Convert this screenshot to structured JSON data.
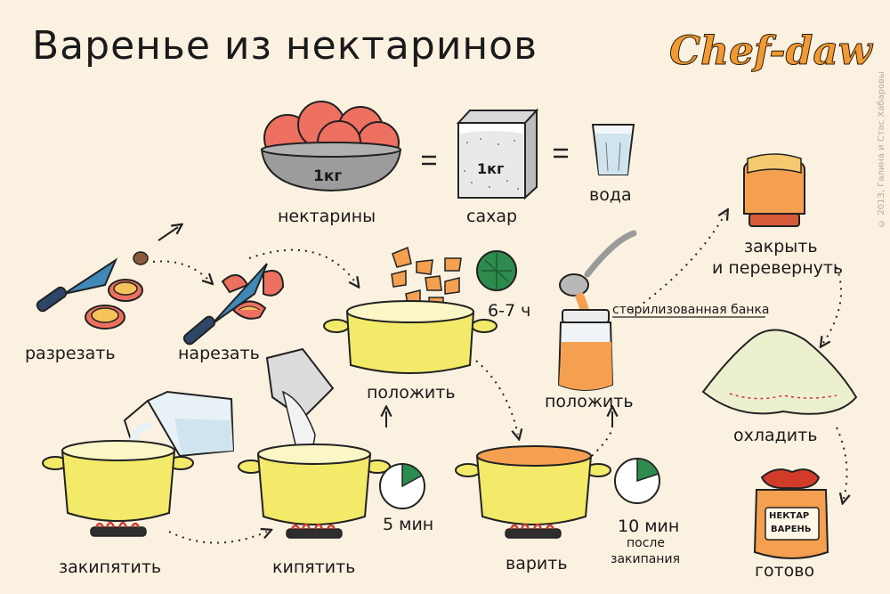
{
  "title": "Варенье из нектаринов",
  "brand": "Chef-daw",
  "copyright": "© 2013, Галина и Стас Хабаровы",
  "ingredients": {
    "nectarines": {
      "amount": "1кг",
      "label": "нектарины"
    },
    "equals_sign": "=",
    "sugar": {
      "amount": "1кг",
      "label": "сахар"
    },
    "water": {
      "label": "вода"
    }
  },
  "steps": {
    "cut": "разрезать",
    "slice": "нарезать",
    "put_fruit": "положить",
    "soak_time": "6-7 ч",
    "boil_water": "закипятить",
    "boil_syrup": "кипятить",
    "boil_syrup_time": "5 мин",
    "cook": "варить",
    "cook_time": "10 мин",
    "cook_time_note_1": "после",
    "cook_time_note_2": "закипания",
    "put_in_jar": "положить",
    "jar_note": "стерилизованная банка",
    "close_and_flip_1": "закрыть",
    "close_and_flip_2": "и перевернуть",
    "cool": "охладить",
    "done": "готово",
    "final_jar_label_1": "НЕКТАР",
    "final_jar_label_2": "ВАРЕНЬ"
  },
  "colors": {
    "background": "#fbf1e1",
    "pot_yellow": "#f4ea6a",
    "fruit_red": "#ee7060",
    "jam_orange": "#f4a050",
    "knife_blue": "#3f88b8",
    "brand_orange": "#f19a33",
    "timer_green": "#2e8b4e",
    "flame_red": "#d23a2a"
  }
}
